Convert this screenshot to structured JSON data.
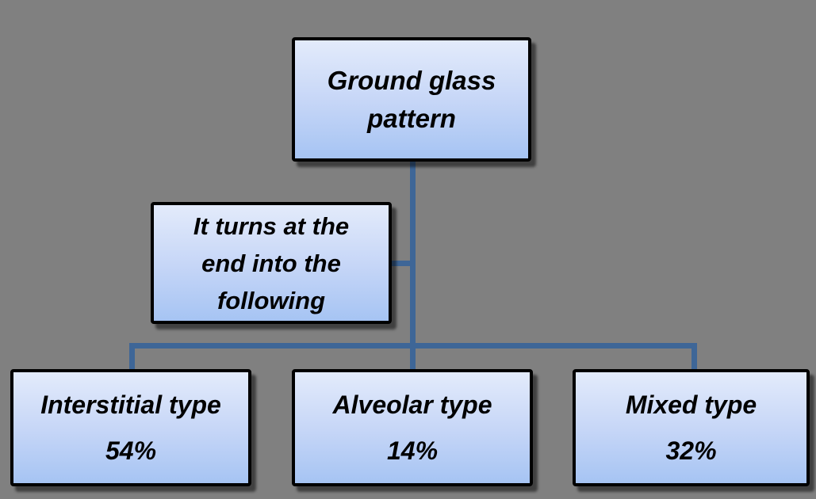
{
  "diagram": {
    "background_color": "#808080",
    "box_fill_top": "#e3ebfb",
    "box_fill_bottom": "#a6c4f3",
    "box_border_color": "#000000",
    "connector_color": "#3e6697",
    "text_color": "#000000",
    "root": {
      "label": "Ground glass pattern"
    },
    "note": {
      "label": "It turns at the end into the following"
    },
    "children": [
      {
        "label": "Interstitial type",
        "value": "54%"
      },
      {
        "label": "Alveolar type",
        "value": "14%"
      },
      {
        "label": "Mixed type",
        "value": "32%"
      }
    ]
  }
}
